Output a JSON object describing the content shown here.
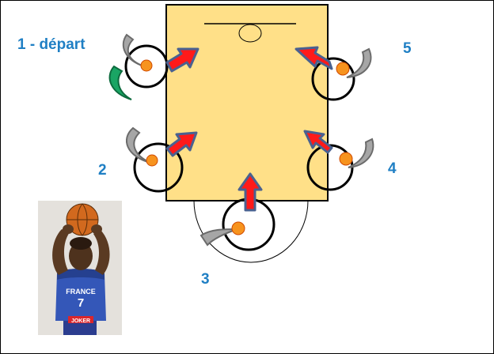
{
  "colors": {
    "court_fill": "#ffe088",
    "label_blue": "#1f7fc4",
    "arrow_red": "#ff1a1a",
    "arrow_outline": "#4a6190",
    "ball_orange": "#f7931e",
    "sweep_gray": "#a6a6a6",
    "sweep_green": "#1aa564"
  },
  "stations": [
    {
      "label": "1 - départ"
    },
    {
      "label": "2"
    },
    {
      "label": "3"
    },
    {
      "label": "4"
    },
    {
      "label": "5"
    }
  ],
  "icons": {
    "arrow": "arrow-icon",
    "ball": "basketball-icon",
    "sweep": "curved-sweep-icon",
    "player_photo": "player-photo-icon"
  },
  "photo": {
    "jersey_text": "FRANCE",
    "jersey_number": "7",
    "sponsor_text": "JOKER"
  }
}
